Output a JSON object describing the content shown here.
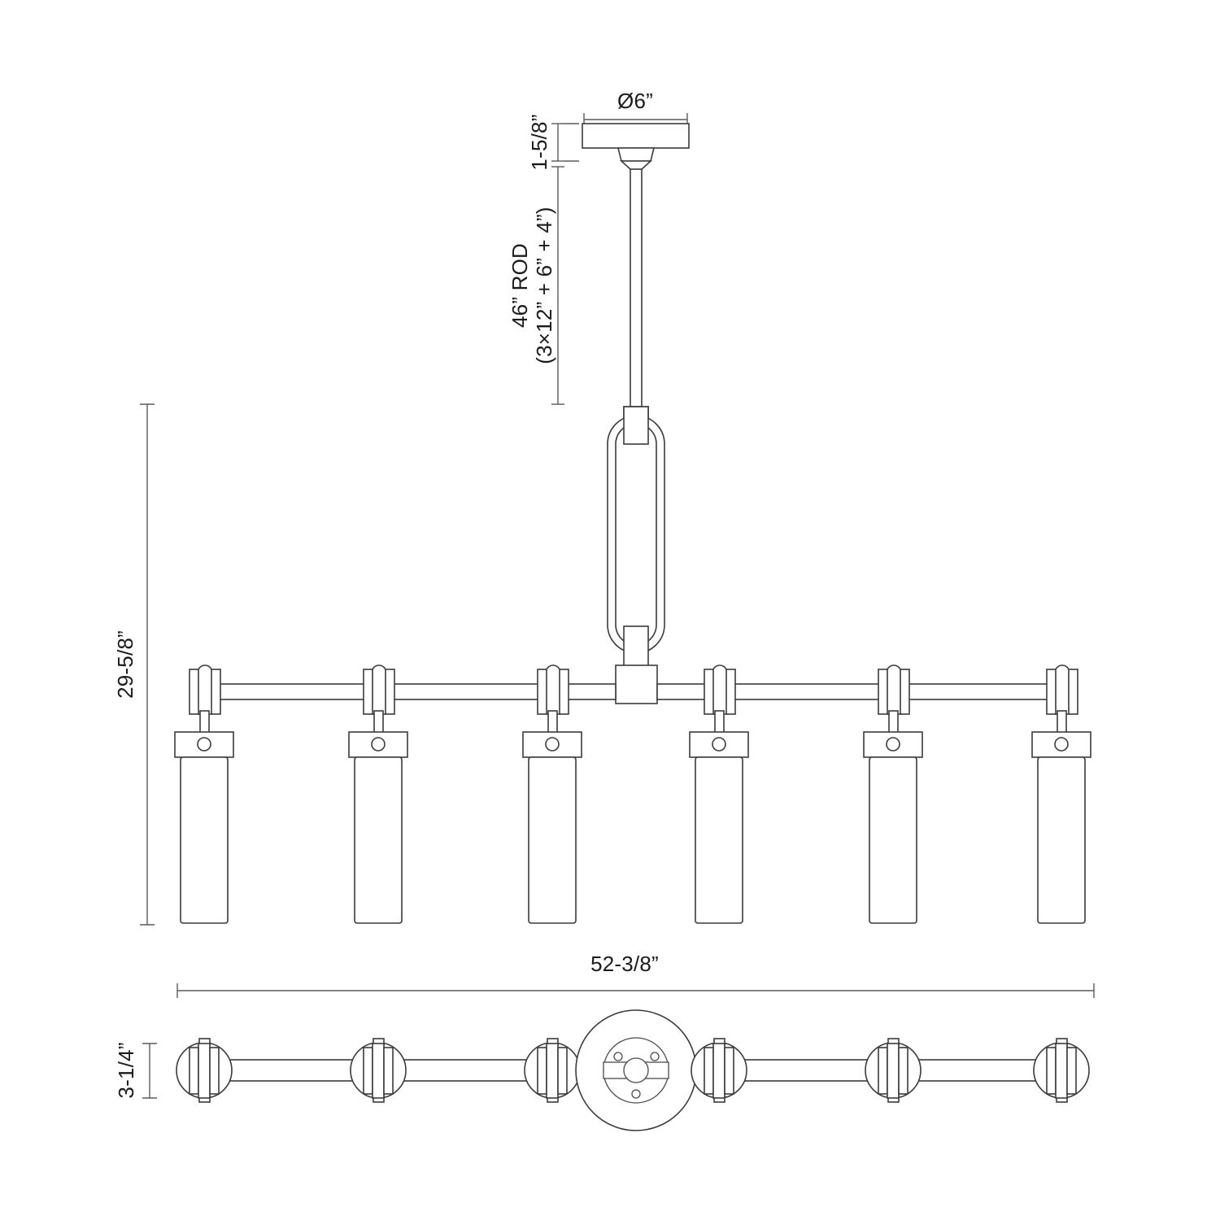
{
  "drawing": {
    "title": "Linear chandelier dimensional drawing",
    "views": {
      "elevation": "front-elevation-view",
      "plan": "bottom-plan-view"
    },
    "line_color": "#3b3b3b",
    "dimension_color": "#5a5a5a",
    "background_color": "#ffffff"
  },
  "dimensions": {
    "canopy_diameter": "Ø6”",
    "canopy_height": "1-5/8”",
    "rod_length": "46” ROD",
    "rod_breakdown": "(3×12” + 6” + 4”)",
    "overall_height": "29-5/8”",
    "overall_width": "52-3/8”",
    "body_depth": "3-1/4”"
  },
  "fixture": {
    "lamp_count": 6,
    "lamp_label": "cylinder-shade",
    "canopy_label": "ceiling-canopy",
    "rod_label": "down-rod",
    "chain_link_label": "oval-chain-link",
    "hub_label": "center-hub",
    "bar_label": "horizontal-bar"
  }
}
